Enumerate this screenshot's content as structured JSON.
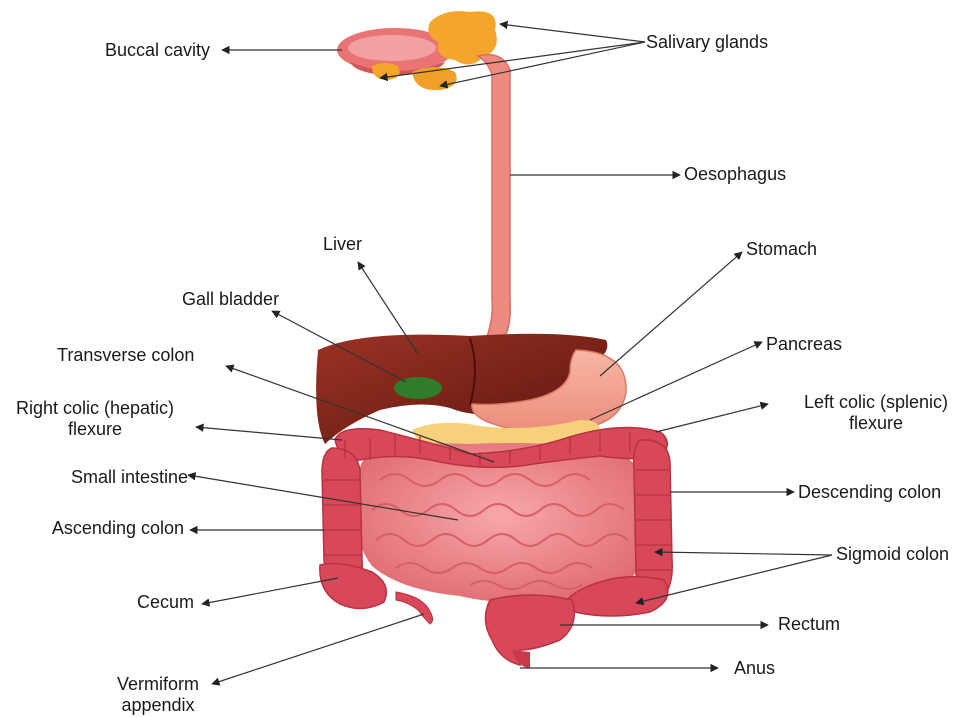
{
  "labels": {
    "buccal_cavity": "Buccal cavity",
    "salivary_glands": "Salivary glands",
    "oesophagus": "Oesophagus",
    "liver": "Liver",
    "stomach": "Stomach",
    "gall_bladder": "Gall bladder",
    "pancreas": "Pancreas",
    "transverse_colon": "Transverse colon",
    "right_colic_1": "Right colic (hepatic)",
    "right_colic_2": "flexure",
    "left_colic_1": "Left colic (splenic)",
    "left_colic_2": "flexure",
    "small_intestine": "Small intestine",
    "descending_colon": "Descending colon",
    "ascending_colon": "Ascending colon",
    "sigmoid_colon": "Sigmoid colon",
    "cecum": "Cecum",
    "rectum": "Rectum",
    "anus": "Anus",
    "vermiform_1": "Vermiform",
    "vermiform_2": "appendix"
  },
  "colors": {
    "salivary": "#f4a62a",
    "mouth": "#e96a6a",
    "oesophagus": "#ee8b80",
    "liver": "#7d1f17",
    "gall_bladder": "#2f7d2b",
    "stomach": "#f2a08e",
    "pancreas": "#f6d07a",
    "colon": "#d9485a",
    "small_intestine": "#ec7f85",
    "arrow": "#333333"
  }
}
